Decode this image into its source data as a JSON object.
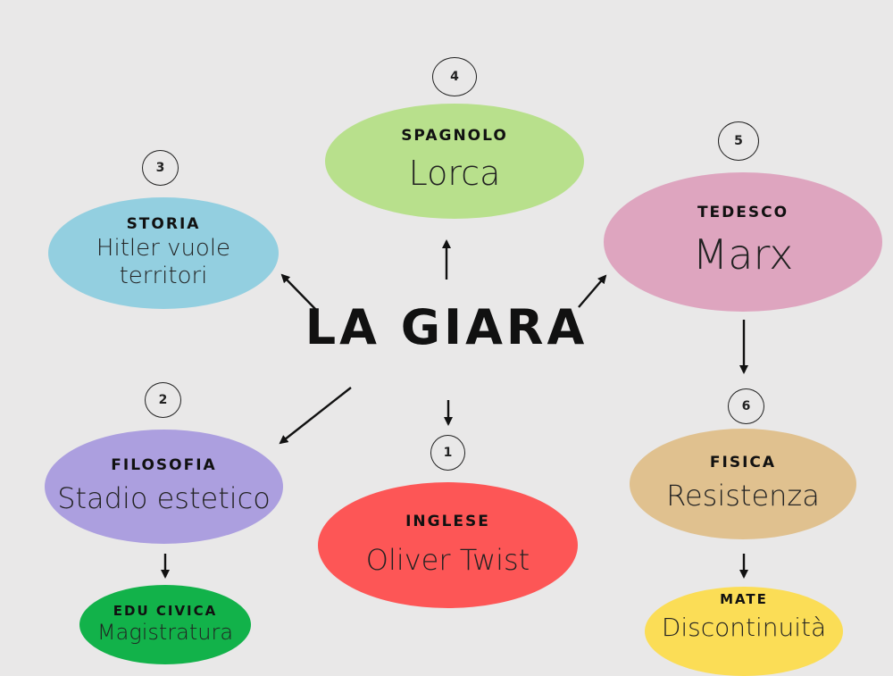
{
  "title": "LA GIARA",
  "colors": {
    "background": "#e9e8e8",
    "storia": "#93cfe0",
    "spagnolo": "#b8e08c",
    "tedesco": "#dea5bf",
    "filosofia": "#ac9fdf",
    "inglese": "#fd5656",
    "fisica": "#e0c18f",
    "edu_civica": "#12b24a",
    "mate": "#fbdd56"
  },
  "nodes": {
    "n1": {
      "number": "1",
      "subject": "INGLESE",
      "topic": "Oliver Twist"
    },
    "n2": {
      "number": "2",
      "subject": "FILOSOFIA",
      "topic": "Stadio estetico"
    },
    "n3": {
      "number": "3",
      "subject": "STORIA",
      "topic_line1": "Hitler vuole",
      "topic_line2": "territori"
    },
    "n4": {
      "number": "4",
      "subject": "SPAGNOLO",
      "topic": "Lorca"
    },
    "n5": {
      "number": "5",
      "subject": "TEDESCO",
      "topic": "Marx"
    },
    "n6": {
      "number": "6",
      "subject": "FISICA",
      "topic": "Resistenza"
    },
    "edu": {
      "subject": "EDU CIVICA",
      "topic": "Magistratura"
    },
    "mate": {
      "subject": "MATE",
      "topic": "Discontinuità"
    }
  }
}
